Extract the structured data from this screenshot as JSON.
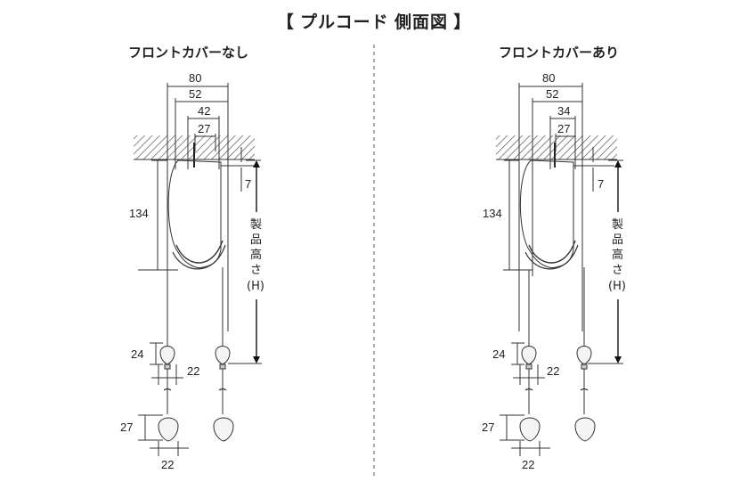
{
  "title": "【 プルコード 側面図 】",
  "panels": [
    {
      "subtitle": "フロントカバーなし",
      "widths": [
        "80",
        "52",
        "42",
        "27"
      ],
      "height_label": "134",
      "gap_label": "7",
      "product_height_chars": [
        "製",
        "品",
        "高",
        "さ"
      ],
      "product_height_symbol": "(H)",
      "knob_height": "24",
      "knob_width": "22",
      "bottom_height": "27",
      "bottom_width": "22"
    },
    {
      "subtitle": "フロントカバーあり",
      "widths": [
        "80",
        "52",
        "34",
        "27"
      ],
      "height_label": "134",
      "gap_label": "7",
      "product_height_chars": [
        "製",
        "品",
        "高",
        "さ"
      ],
      "product_height_symbol": "(H)",
      "knob_height": "24",
      "knob_width": "22",
      "bottom_height": "27",
      "bottom_width": "22"
    }
  ],
  "colors": {
    "line": "#333333",
    "hatch": "#555555",
    "knob_fill": "#f4f4f4"
  }
}
